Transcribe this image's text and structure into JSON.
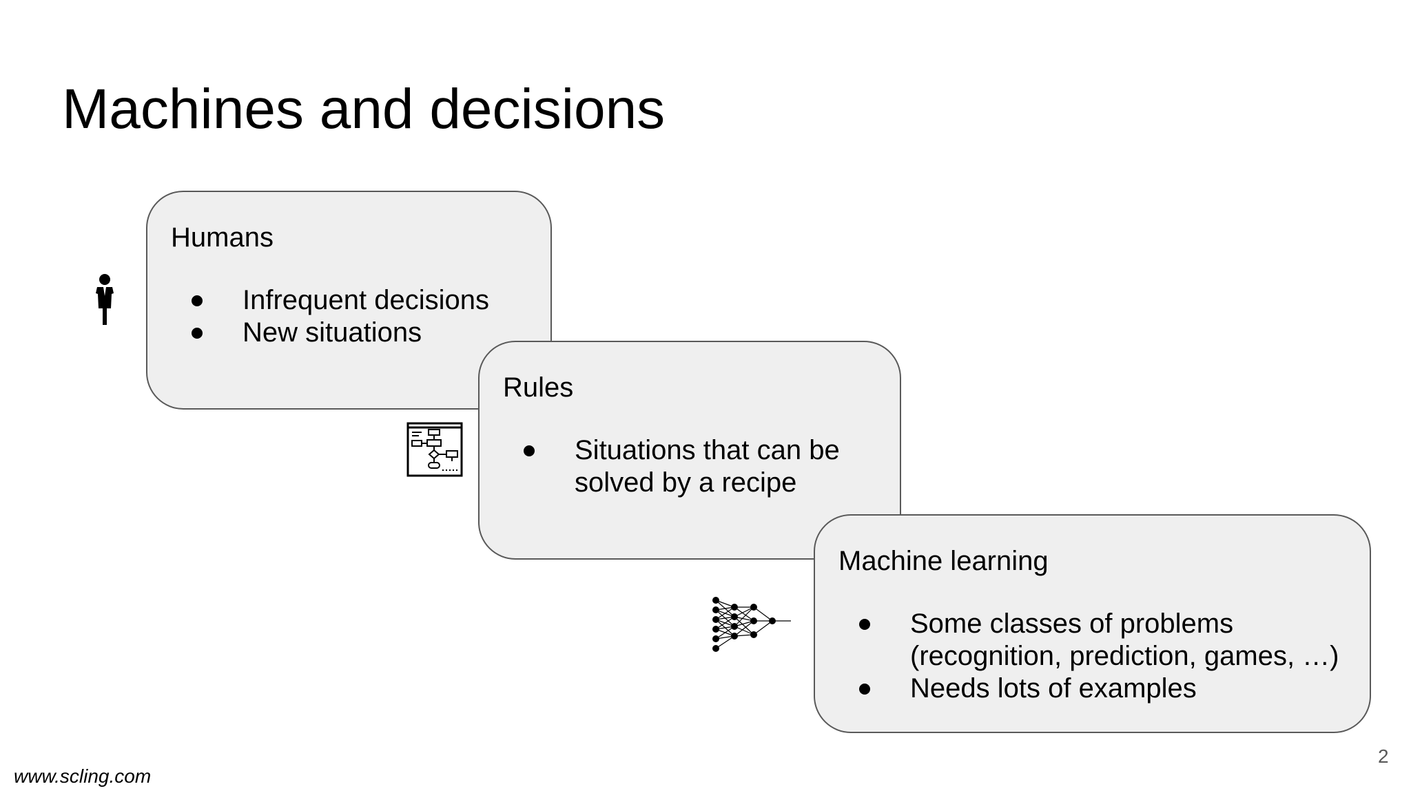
{
  "slide": {
    "title": "Machines and decisions",
    "footer_url": "www.scling.com",
    "page_number": "2"
  },
  "cards": {
    "humans": {
      "heading": "Humans",
      "bullets": [
        "Infrequent decisions",
        "New situations"
      ],
      "icon": "person-icon"
    },
    "rules": {
      "heading": "Rules",
      "bullets": [
        {
          "line1": "Situations that can be",
          "line2": "solved by a recipe"
        }
      ],
      "icon": "flowchart-icon"
    },
    "ml": {
      "heading": "Machine learning",
      "bullets": [
        {
          "line1": "Some classes of problems",
          "line2": "(recognition, prediction, games, …)"
        },
        {
          "line1": "Needs lots of examples"
        }
      ],
      "icon": "neural-network-icon"
    }
  },
  "colors": {
    "card_fill": "#efefef",
    "card_border": "#595959",
    "text": "#000000"
  }
}
